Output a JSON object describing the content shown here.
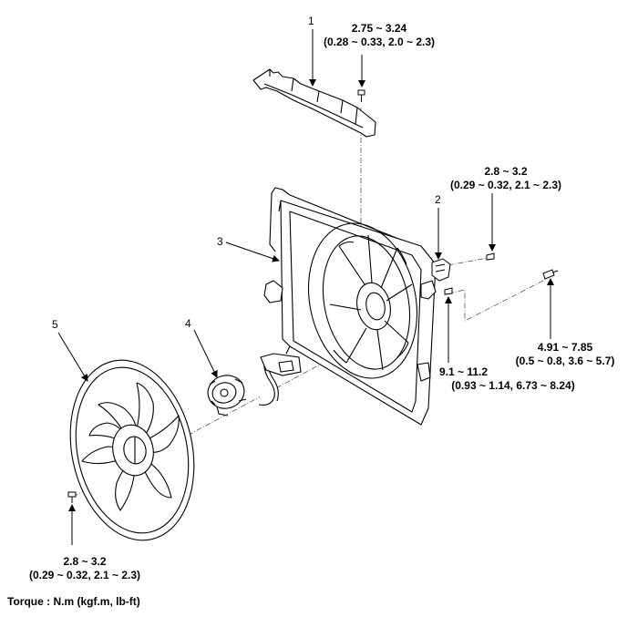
{
  "callouts": {
    "part1": "1",
    "part2": "2",
    "part3": "3",
    "part4": "4",
    "part5": "5"
  },
  "torques": {
    "top": {
      "line1": "2.75 ~ 3.24",
      "line2": "(0.28 ~ 0.33, 2.0 ~ 2.3)"
    },
    "right_upper": {
      "line1": "2.8 ~ 3.2",
      "line2": "(0.29 ~ 0.32, 2.1 ~ 2.3)"
    },
    "right_far": {
      "line1": "4.91 ~ 7.85",
      "line2": "(0.5 ~ 0.8, 3.6 ~ 5.7)"
    },
    "right_lower": {
      "line1": "9.1 ~ 11.2",
      "line2": "(0.93 ~ 1.14, 6.73 ~ 8.24)"
    },
    "bottom_left": {
      "line1": "2.8 ~ 3.2",
      "line2": "(0.29 ~ 0.32, 2.1 ~ 2.3)"
    }
  },
  "legend": {
    "torque_units": "Torque : N.m (kgf.m, lb-ft)"
  }
}
